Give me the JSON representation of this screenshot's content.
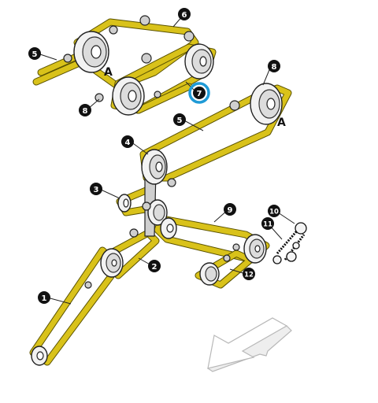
{
  "callouts": [
    {
      "id": "c1",
      "label": "1"
    },
    {
      "id": "c2",
      "label": "2"
    },
    {
      "id": "c3",
      "label": "3"
    },
    {
      "id": "c4",
      "label": "4"
    },
    {
      "id": "c5a",
      "label": "5"
    },
    {
      "id": "c5b",
      "label": "5"
    },
    {
      "id": "c6",
      "label": "6"
    },
    {
      "id": "c7",
      "label": "7",
      "highlighted": true
    },
    {
      "id": "c8a",
      "label": "8"
    },
    {
      "id": "c8b",
      "label": "8"
    },
    {
      "id": "c9",
      "label": "9"
    },
    {
      "id": "c10",
      "label": "10"
    },
    {
      "id": "c11",
      "label": "11"
    },
    {
      "id": "c12",
      "label": "12"
    }
  ],
  "detail_letters": [
    "A",
    "A"
  ],
  "colors": {
    "belt": "#d9c21a",
    "highlight_ring": "#1f9ad6",
    "callout": "#111111"
  },
  "icons": {
    "direction_arrow": "forward-direction-arrow-icon"
  }
}
